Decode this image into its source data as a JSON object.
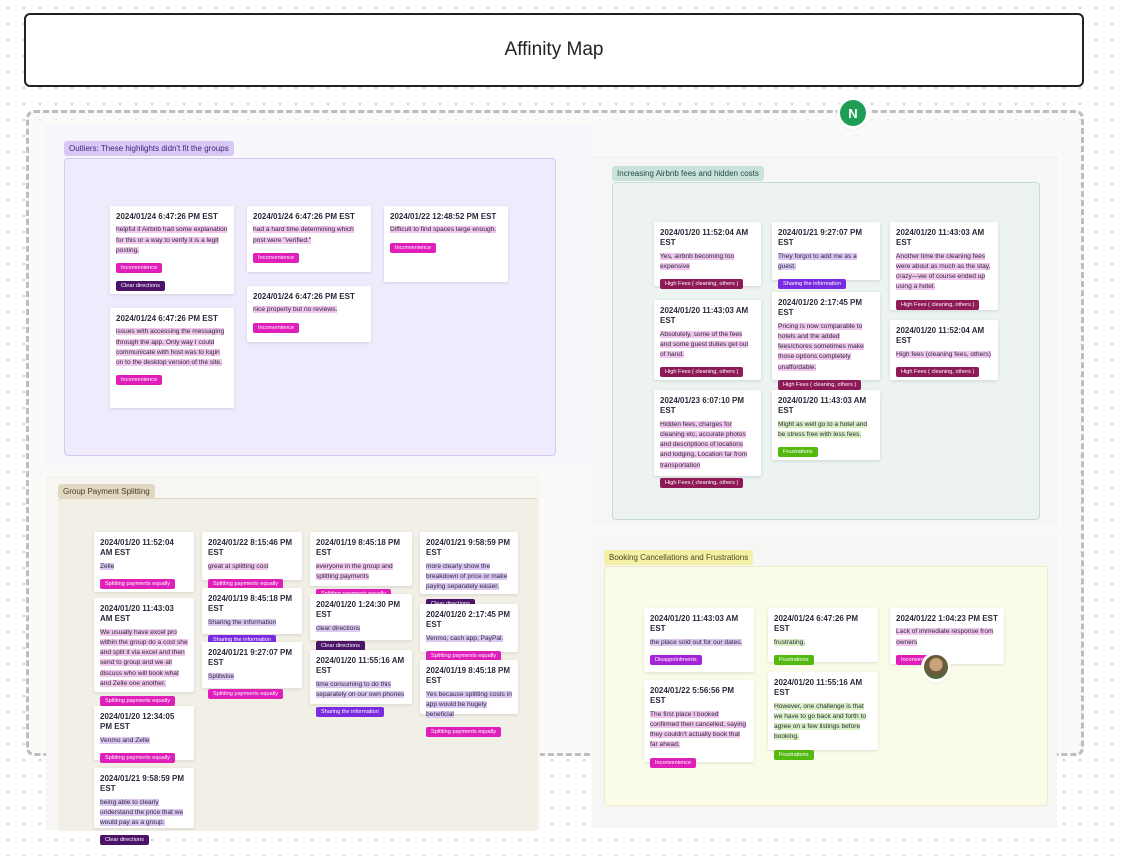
{
  "title": "Affinity Map",
  "avatar_letter": "N",
  "sections": {
    "outliers": "Outliers: These highlights didn't fit the groups",
    "fees": "Increasing Airbnb fees and hidden costs",
    "split": "Group Payment Splitting",
    "booking": "Booking Cancellations and Frustrations"
  },
  "tags": {
    "inconvenience": "Inconvenience",
    "clear_directions": "Clear directions",
    "high_fees": "High Fees ( cleaning, others )",
    "sharing_info": "Sharing the information",
    "frustrations": "Frustrations",
    "splitting": "Splitting payments equally",
    "disappointments": "Disappointments"
  },
  "outlier_notes": [
    {
      "ts": "2024/01/24 6:47:26 PM EST",
      "text": "helpful if Airbnb had some explanation for this or a way to verify it is a legit posting."
    },
    {
      "ts": "2024/01/24 6:47:26 PM EST",
      "text": "had a hard time determining which post were \"verified.\""
    },
    {
      "ts": "2024/01/22 12:48:52 PM EST",
      "text": "Difficult to find spaces large enough."
    },
    {
      "ts": "2024/01/24 6:47:26 PM EST",
      "text": "nice property but no reviews."
    },
    {
      "ts": "2024/01/24 6:47:26 PM EST",
      "text": "issues with accessing the messaging through the app. Only way I could communicate with host was to login on to the desktop version of the site."
    }
  ],
  "fee_notes": [
    {
      "ts": "2024/01/20 11:52:04 AM EST",
      "text": "Yes, airbnb becoming too expensive"
    },
    {
      "ts": "2024/01/21 9:27:07 PM EST",
      "text": "They forgot to add me as a guest."
    },
    {
      "ts": "2024/01/20 11:43:03 AM EST",
      "text": "Another time the cleaning fees were about as much as the stay, crazy—we of course ended up using a hotel."
    },
    {
      "ts": "2024/01/20 11:43:03 AM EST",
      "text": "Absolutely, some of the fees and some guest duties get out of hand."
    },
    {
      "ts": "2024/01/20 2:17:45 PM EST",
      "text": "Pricing is now comparable to hotels and the added fees/chores sometimes make those options completely unaffordable."
    },
    {
      "ts": "2024/01/20 11:52:04 AM EST",
      "text": "High fees (cleaning fees, others)"
    },
    {
      "ts": "2024/01/23 6:07:10 PM EST",
      "text": "Hidden fees, charges for cleaning etc, accurate photos and descriptions of locations and lodging, Location far from transportation"
    },
    {
      "ts": "2024/01/20 11:43:03 AM EST",
      "text": "Might as well go to a hotel and be stress free with less fees."
    }
  ],
  "split_notes": [
    {
      "ts": "2024/01/20 11:52:04 AM EST",
      "text": "Zelle"
    },
    {
      "ts": "2024/01/22 8:15:46 PM EST",
      "text": "great at splitting cost"
    },
    {
      "ts": "2024/01/19 8:45:18 PM EST",
      "text": "everyone in the group and splitting payments"
    },
    {
      "ts": "2024/01/21 9:58:59 PM EST",
      "text": "more clearly show the breakdown of price or make paying separately easier."
    },
    {
      "ts": "2024/01/20 11:43:03 AM EST",
      "text": "We usually have excel pro within the group do a cost she and split it via excel and then send to group and we all discuss who will book what and Zelle one another."
    },
    {
      "ts": "2024/01/19 8:45:18 PM EST",
      "text": "Sharing the information"
    },
    {
      "ts": "2024/01/20 1:24:30 PM EST",
      "text": "clear directions"
    },
    {
      "ts": "2024/01/20 2:17:45 PM EST",
      "text": "Venmo, cash app, PayPal."
    },
    {
      "ts": "2024/01/21 9:27:07 PM EST",
      "text": "Splitwise"
    },
    {
      "ts": "2024/01/20 11:55:16 AM EST",
      "text": "time consuming to do this separately on our own phones"
    },
    {
      "ts": "2024/01/19 8:45:18 PM EST",
      "text": "Yes because splitting costs in app would be hugely beneficial"
    },
    {
      "ts": "2024/01/20 12:34:05 PM EST",
      "text": "Venmo and Zelle"
    },
    {
      "ts": "2024/01/21 9:58:59 PM EST",
      "text": "being able to clearly understand the price that we would pay as a group."
    }
  ],
  "booking_notes": [
    {
      "ts": "2024/01/20 11:43:03 AM EST",
      "text": "the place sold out for our dates."
    },
    {
      "ts": "2024/01/24 6:47:26 PM EST",
      "text": "frustrating."
    },
    {
      "ts": "2024/01/22 1:04:23 PM EST",
      "text": "Lack of immediate response from owners"
    },
    {
      "ts": "2024/01/22 5:56:56 PM EST",
      "text": "The first place I booked confirmed then cancelled, saying they couldn't actually book that far ahead."
    },
    {
      "ts": "2024/01/20 11:55:16 AM EST",
      "text": "However, one challenge is that we have to go back and forth to agree on a few listings before booking."
    }
  ]
}
